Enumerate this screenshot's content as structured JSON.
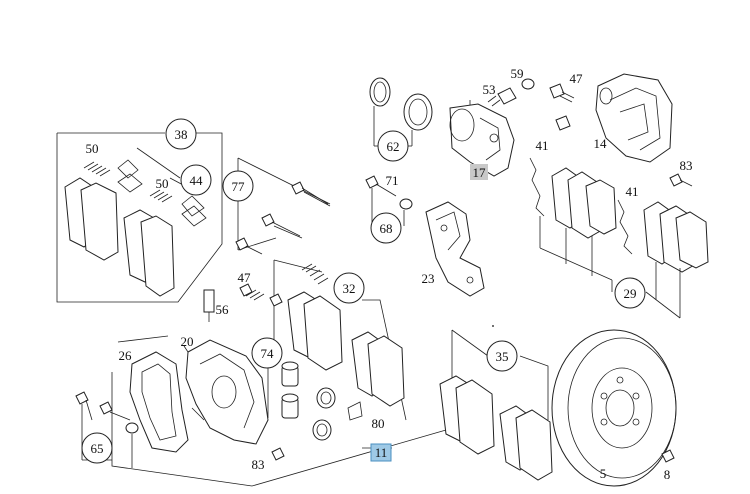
{
  "diagram": {
    "callouts": [
      {
        "id": "c38",
        "label": "38"
      },
      {
        "id": "c50a",
        "label": "50"
      },
      {
        "id": "c44",
        "label": "44"
      },
      {
        "id": "c50b",
        "label": "50"
      },
      {
        "id": "c77",
        "label": "77"
      },
      {
        "id": "c62",
        "label": "62"
      },
      {
        "id": "c17",
        "label": "17"
      },
      {
        "id": "c53",
        "label": "53"
      },
      {
        "id": "c59",
        "label": "59"
      },
      {
        "id": "c47a",
        "label": "47"
      },
      {
        "id": "c14",
        "label": "14"
      },
      {
        "id": "c41a",
        "label": "41"
      },
      {
        "id": "c83a",
        "label": "83"
      },
      {
        "id": "c41b",
        "label": "41"
      },
      {
        "id": "c71",
        "label": "71"
      },
      {
        "id": "c68",
        "label": "68"
      },
      {
        "id": "c23",
        "label": "23"
      },
      {
        "id": "c29",
        "label": "29"
      },
      {
        "id": "c47b",
        "label": "47"
      },
      {
        "id": "c32",
        "label": "32"
      },
      {
        "id": "c56",
        "label": "56"
      },
      {
        "id": "c26",
        "label": "26"
      },
      {
        "id": "c20",
        "label": "20"
      },
      {
        "id": "c74",
        "label": "74"
      },
      {
        "id": "c35",
        "label": "35"
      },
      {
        "id": "c80",
        "label": "80"
      },
      {
        "id": "c11",
        "label": "11"
      },
      {
        "id": "c65",
        "label": "65"
      },
      {
        "id": "c83b",
        "label": "83"
      },
      {
        "id": "c5",
        "label": "5"
      },
      {
        "id": "c8",
        "label": "8"
      }
    ],
    "highlight_colors": {
      "gray": "#c8c8c8",
      "blue": "#9ec9e6"
    }
  }
}
